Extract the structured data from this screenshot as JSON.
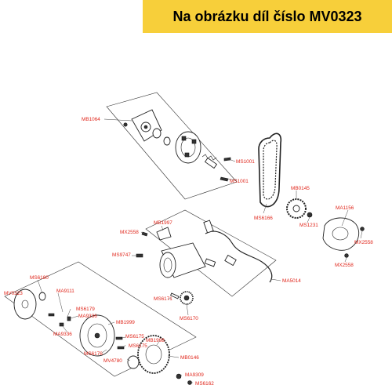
{
  "banner": {
    "text": "Na obrázku díl číslo MV0323",
    "color": "#f7cf3a"
  },
  "label_color": "#e0261b",
  "labels": {
    "mb1064": "MB1064",
    "ms1001a": "MS1001",
    "ms1001b": "MS1001",
    "mb0145": "MB0145",
    "ma1156": "MA1156",
    "ms6166": "MS6166",
    "ms1231": "MS1231",
    "mx2558a": "MX2558",
    "mx2558b": "MX2558",
    "mb1997": "MB1997",
    "mx2558c": "MX2558",
    "ms9747": "MS9747",
    "ma5014": "MA5014",
    "ms6171": "MS6171",
    "ms6170": "MS6170",
    "ms6180": "MS6180",
    "mv0323": "MV0323",
    "ma9111": "MA9111",
    "ms6179": "MS6179",
    "ma9336a": "MA9336",
    "mb1999": "MB1999",
    "ma9336b": "MA9336",
    "ms6175a": "MS6175",
    "ms6175b": "MS6175",
    "ms6176": "MS6176",
    "mb1998": "MB1998",
    "mv4780": "MV4780",
    "mb0146": "MB0146",
    "ma9309": "MA9309",
    "ms6162": "MS6162"
  }
}
